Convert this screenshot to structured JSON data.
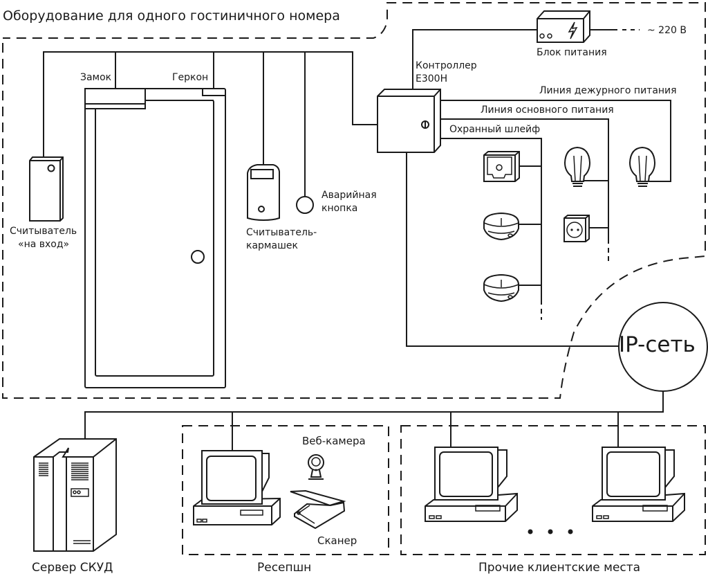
{
  "title": "Оборудование для одного гостиничного номера",
  "room": {
    "lock_label": "Замок",
    "reed_label": "Геркон",
    "entry_reader_label_1": "Считыватель",
    "entry_reader_label_2": "«на вход»",
    "pocket_reader_label_1": "Считыватель-",
    "pocket_reader_label_2": "кармашек",
    "emergency_button_label_1": "Аварийная",
    "emergency_button_label_2": "кнопка",
    "controller_label_1": "Контроллер",
    "controller_label_2": "E300H",
    "power_unit_label": "Блок питания",
    "mains_label": "~ 220 В",
    "standby_power_line_label": "Линия дежурного питания",
    "main_power_line_label": "Линия основного питания",
    "security_loop_label": "Охранный шлейф"
  },
  "network": {
    "ip_label": "IP-сеть",
    "server_label": "Сервер СКУД",
    "reception_label": "Ресепшн",
    "webcam_label": "Веб-камера",
    "scanner_label": "Сканер",
    "other_clients_label": "Прочие клиентские места"
  }
}
